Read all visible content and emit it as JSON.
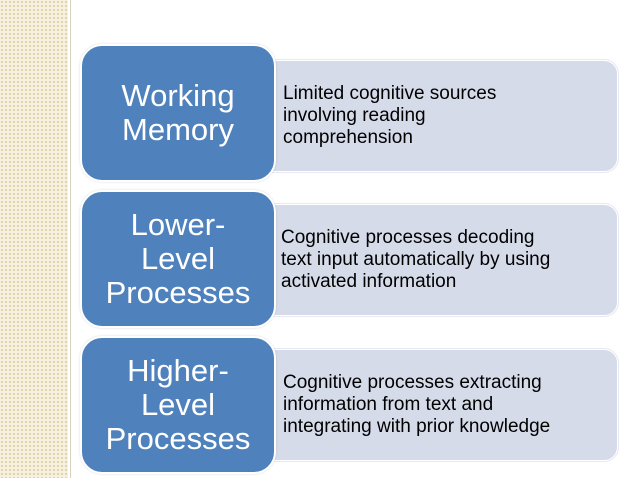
{
  "colors": {
    "label_fill": "#4f81bd",
    "description_fill": "#d6dbea",
    "side_strip": "#f6f0dc"
  },
  "rows": [
    {
      "label": "Working\nMemory",
      "description": "Limited cognitive sources\ninvolving reading\ncomprehension"
    },
    {
      "label": "Lower-\nLevel\nProcesses",
      "description": "Cognitive processes decoding\ntext input automatically by using\nactivated information"
    },
    {
      "label": "Higher-\nLevel\nProcesses",
      "description": "Cognitive processes extracting\ninformation from text and\nintegrating with prior knowledge"
    }
  ]
}
